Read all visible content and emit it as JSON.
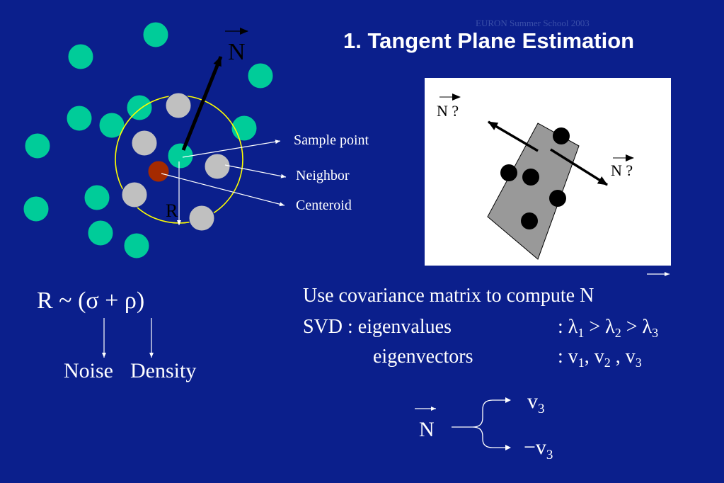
{
  "header": {
    "school": "EURON Summer School 2003",
    "title": "1. Tangent Plane Estimation"
  },
  "figure": {
    "normal_symbol": "N",
    "radius_symbol": "R",
    "labels": {
      "sample_point": "Sample point",
      "neighbor": "Neighbor",
      "centeroid": "Centeroid"
    },
    "colors": {
      "point": "#00cc99",
      "neighbor": "#c0c0c0",
      "centroid": "#a52a00",
      "circle": "#ffff00"
    }
  },
  "inset": {
    "normal_label_1": "N ?",
    "normal_label_2": "N ?"
  },
  "formula": {
    "lhs": "R ~ (σ + ρ)",
    "noise": "Noise",
    "density": "Density"
  },
  "svd": {
    "line1": "Use covariance matrix to compute N",
    "line2_left": "SVD : eigenvalues",
    "line2_right": ": λ1 > λ2 > λ3",
    "line3_left": "eigenvectors",
    "line3_right": ": v1, v2 , v3",
    "lambda": "λ",
    "v": "v",
    "sub1": "1",
    "sub2": "2",
    "sub3": "3",
    "prefix_colon": ":",
    "gt": ">",
    "comma": ",",
    "N": "N",
    "compute_text": "Use covariance matrix to compute",
    "eigenvalues_text": "SVD : eigenvalues",
    "eigenvectors_text": "eigenvectors"
  },
  "result": {
    "N": "N",
    "pos": "v",
    "neg": "−v",
    "sub": "3"
  }
}
